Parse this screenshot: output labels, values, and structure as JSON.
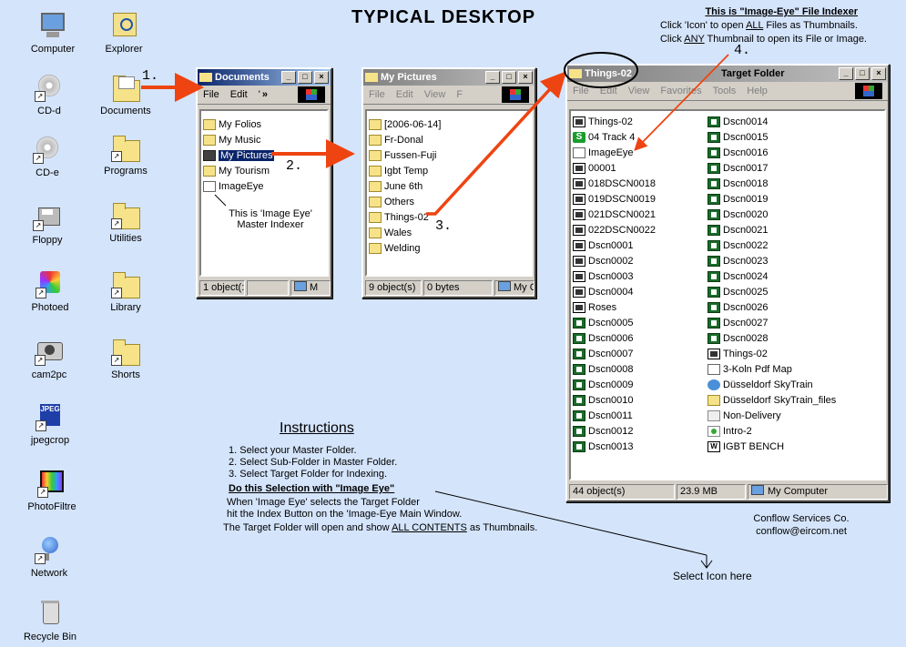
{
  "page_title": "TYPICAL  DESKTOP",
  "header_note": {
    "title": "This is \"Image-Eye\" File Indexer",
    "line1_pre": "Click 'Icon' to open ",
    "line1_em": "ALL",
    "line1_post": " Files as Thumbnails.",
    "line2_pre": "Click ",
    "line2_em": "ANY",
    "line2_post": " Thumbnail to open its  File or Image."
  },
  "desktop_icons": [
    {
      "label": "Computer",
      "icon": "computer-icon"
    },
    {
      "label": "Explorer",
      "icon": "explorer-icon"
    },
    {
      "label": "CD-d",
      "icon": "cd-icon"
    },
    {
      "label": "Documents",
      "icon": "documents-icon"
    },
    {
      "label": "CD-e",
      "icon": "cd-icon"
    },
    {
      "label": "Programs",
      "icon": "folder-icon"
    },
    {
      "label": "Floppy",
      "icon": "floppy-icon"
    },
    {
      "label": "Utilities",
      "icon": "folder-icon"
    },
    {
      "label": "Photoed",
      "icon": "photoed-icon"
    },
    {
      "label": "Library",
      "icon": "folder-icon"
    },
    {
      "label": "cam2pc",
      "icon": "camera-icon"
    },
    {
      "label": "Shorts",
      "icon": "folder-icon"
    },
    {
      "label": "jpegcrop",
      "icon": "jpegcrop-icon"
    },
    {
      "label": "PhotoFiltre",
      "icon": "photofiltre-icon"
    },
    {
      "label": "Network",
      "icon": "network-icon"
    },
    {
      "label": "Recycle Bin",
      "icon": "recycle-bin-icon"
    }
  ],
  "steps": {
    "s1": "1.",
    "s2": "2.",
    "s3": "3.",
    "s4": "4."
  },
  "win_documents": {
    "title": "Documents",
    "menu": [
      "File",
      "Edit",
      "'",
      "»"
    ],
    "items": [
      {
        "label": "My Folios",
        "icon": "folder"
      },
      {
        "label": "My Music",
        "icon": "folder"
      },
      {
        "label": "My Pictures",
        "icon": "folder-open",
        "selected": true
      },
      {
        "label": "My Tourism",
        "icon": "folder"
      },
      {
        "label": "ImageEye",
        "icon": "doc"
      }
    ],
    "note_line1": "This is 'Image Eye'",
    "note_line2": "Master Indexer",
    "status": [
      "1 object(:",
      "",
      "M"
    ]
  },
  "win_pictures": {
    "title": "My Pictures",
    "menu": [
      "File",
      "Edit",
      "View",
      "F"
    ],
    "items": [
      "[2006-06-14]",
      "Fr-Donal",
      "Fussen-Fuji",
      "Igbt Temp",
      "June 6th",
      "Others",
      "Things-02",
      "Wales",
      "Welding"
    ],
    "status": [
      "9 object(s)",
      "0 bytes",
      "My C"
    ]
  },
  "win_things": {
    "title": "Things-02",
    "subtitle": "Target Folder",
    "menu": [
      "File",
      "Edit",
      "View",
      "Favorites",
      "Tools",
      "Help"
    ],
    "col1": [
      {
        "label": "Things-02",
        "icon": "img"
      },
      {
        "label": "04 Track 4",
        "icon": "s"
      },
      {
        "label": "ImageEye",
        "icon": "doc"
      },
      {
        "label": "00001",
        "icon": "img"
      },
      {
        "label": "018DSCN0018",
        "icon": "img"
      },
      {
        "label": "019DSCN0019",
        "icon": "img"
      },
      {
        "label": "021DSCN0021",
        "icon": "img"
      },
      {
        "label": "022DSCN0022",
        "icon": "img"
      },
      {
        "label": "Dscn0001",
        "icon": "img"
      },
      {
        "label": "Dscn0002",
        "icon": "img"
      },
      {
        "label": "Dscn0003",
        "icon": "img"
      },
      {
        "label": "Dscn0004",
        "icon": "img"
      },
      {
        "label": "Roses",
        "icon": "img"
      },
      {
        "label": "Dscn0005",
        "icon": "grn"
      },
      {
        "label": "Dscn0006",
        "icon": "grn"
      },
      {
        "label": "Dscn0007",
        "icon": "grn"
      },
      {
        "label": "Dscn0008",
        "icon": "grn"
      },
      {
        "label": "Dscn0009",
        "icon": "grn"
      },
      {
        "label": "Dscn0010",
        "icon": "grn"
      },
      {
        "label": "Dscn0011",
        "icon": "grn"
      },
      {
        "label": "Dscn0012",
        "icon": "grn"
      },
      {
        "label": "Dscn0013",
        "icon": "grn"
      }
    ],
    "col2": [
      {
        "label": "Dscn0014",
        "icon": "grn"
      },
      {
        "label": "Dscn0015",
        "icon": "grn"
      },
      {
        "label": "Dscn0016",
        "icon": "grn"
      },
      {
        "label": "Dscn0017",
        "icon": "grn"
      },
      {
        "label": "Dscn0018",
        "icon": "grn"
      },
      {
        "label": "Dscn0019",
        "icon": "grn"
      },
      {
        "label": "Dscn0020",
        "icon": "grn"
      },
      {
        "label": "Dscn0021",
        "icon": "grn"
      },
      {
        "label": "Dscn0022",
        "icon": "grn"
      },
      {
        "label": "Dscn0023",
        "icon": "grn"
      },
      {
        "label": "Dscn0024",
        "icon": "grn"
      },
      {
        "label": "Dscn0025",
        "icon": "grn"
      },
      {
        "label": "Dscn0026",
        "icon": "grn"
      },
      {
        "label": "Dscn0027",
        "icon": "grn"
      },
      {
        "label": "Dscn0028",
        "icon": "grn"
      },
      {
        "label": "Things-02",
        "icon": "img"
      },
      {
        "label": "3-Koln Pdf Map",
        "icon": "doc"
      },
      {
        "label": "Düsseldorf SkyTrain",
        "icon": "web"
      },
      {
        "label": "Düsseldorf SkyTrain_files",
        "icon": "folder"
      },
      {
        "label": "Non-Delivery",
        "icon": "env"
      },
      {
        "label": "Intro-2",
        "icon": "intro"
      },
      {
        "label": "IGBT BENCH",
        "icon": "word"
      }
    ],
    "status": [
      "44 object(s)",
      "23.9 MB",
      "My Computer"
    ]
  },
  "instructions": {
    "heading": "Instructions",
    "l1": "1. Select your Master Folder.",
    "l2": "2. Select Sub-Folder in Master Folder.",
    "l3": "3. Select Target Folder for Indexing.",
    "bold": "Do this Selection with \"Image Eye\"",
    "l4": "When 'Image Eye' selects the Target Folder",
    "l5": "hit the Index Button on the 'Image-Eye Main Window.",
    "l6_pre": "The Target Folder will open and show  ",
    "l6_em": "ALL CONTENTS",
    "l6_post": " as Thumbnails."
  },
  "company": {
    "name": "Conflow Services Co.",
    "email": "conflow@eircom.net"
  },
  "select_note": "Select Icon here",
  "colors": {
    "desktop": "#d4e4fb",
    "arrow": "#ee4411",
    "title_active": "#0a246a"
  }
}
